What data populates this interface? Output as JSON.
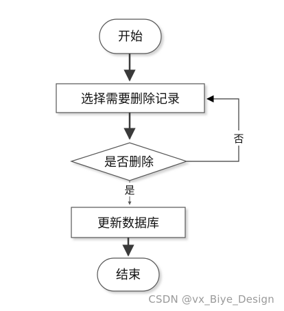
{
  "diagram": {
    "nodes": {
      "start": "开始",
      "select": "选择需要删除记录",
      "decision": "是否删除",
      "update": "更新数据库",
      "end": "结束"
    },
    "edges": {
      "yes_label": "是",
      "no_label": "否"
    }
  },
  "watermark": "CSDN @vx_Biye_Design"
}
